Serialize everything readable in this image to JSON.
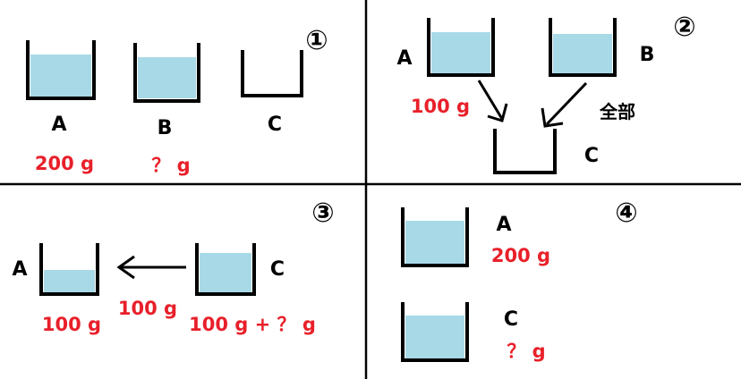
{
  "colors": {
    "water": "#a8d9e7",
    "water_line": "#ffffff",
    "text": "#000000",
    "accent": "#e8202a",
    "line": "#000000"
  },
  "panel1": {
    "number": "①",
    "cups": [
      {
        "label": "A",
        "amount": "200 g"
      },
      {
        "label": "B",
        "amount": "？ g"
      },
      {
        "label": "C",
        "amount": ""
      }
    ]
  },
  "panel2": {
    "number": "②",
    "cups": [
      {
        "label": "A",
        "amount": "100 g"
      },
      {
        "label": "B",
        "amount": ""
      },
      {
        "label": "C",
        "amount": ""
      }
    ],
    "arrow_label": "全部"
  },
  "panel3": {
    "number": "③",
    "cups": [
      {
        "label": "A",
        "amount": "100 g"
      },
      {
        "label": "C",
        "amount": "100 g + ？ g"
      }
    ],
    "arrow_label": "100 g"
  },
  "panel4": {
    "number": "④",
    "cups": [
      {
        "label": "A",
        "amount": "200 g"
      },
      {
        "label": "C",
        "amount": "？ g"
      }
    ]
  }
}
